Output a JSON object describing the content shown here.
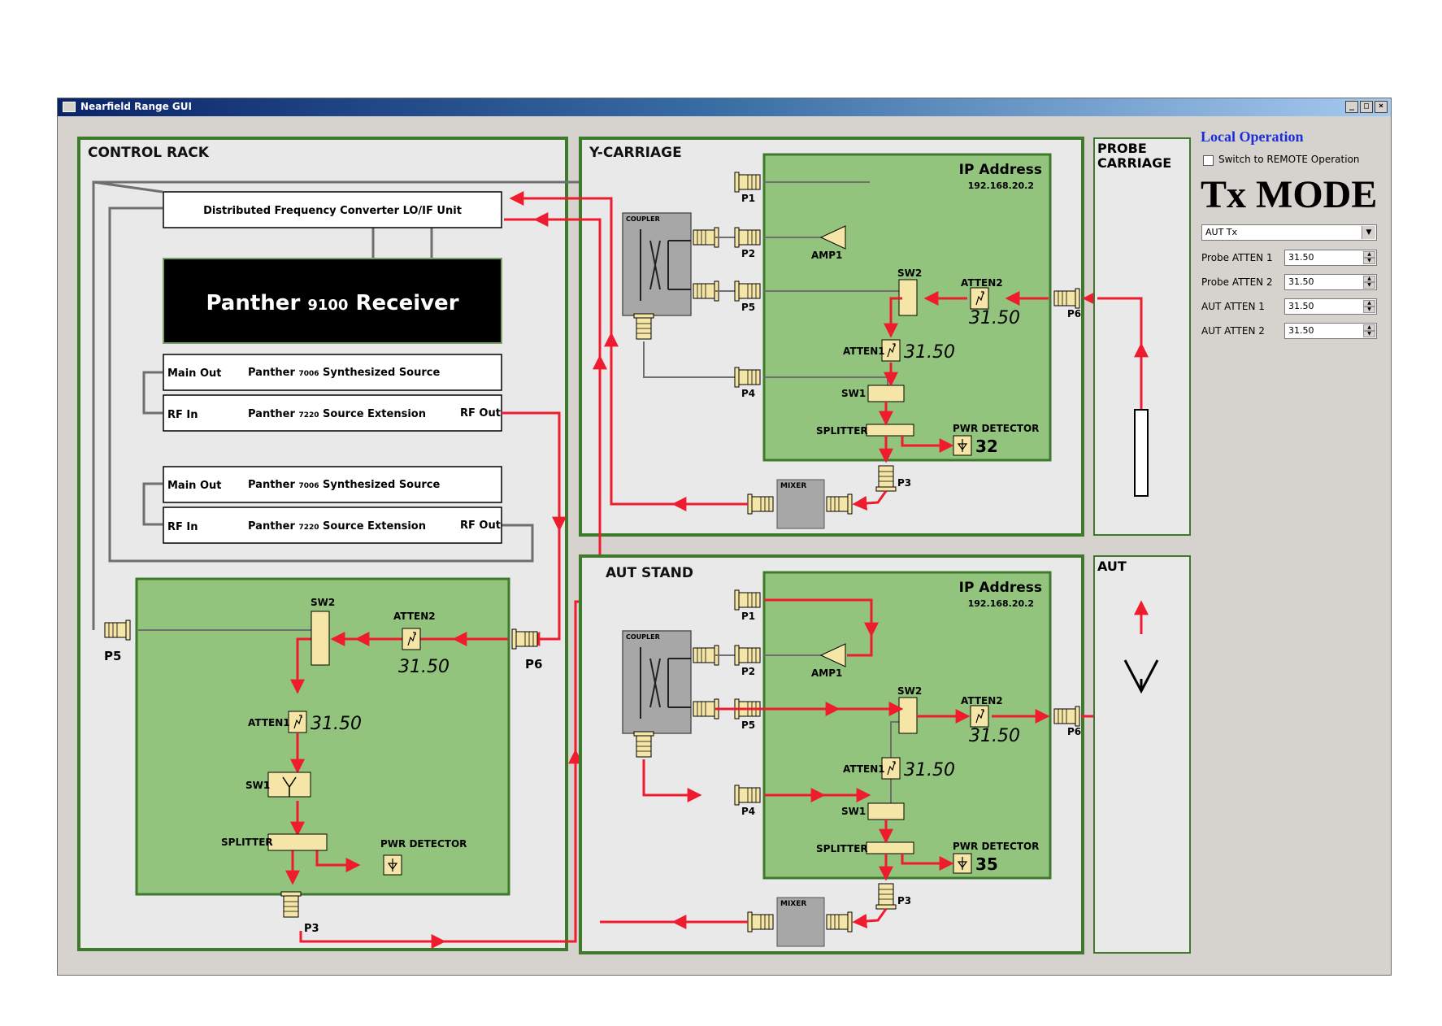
{
  "window": {
    "title": "Nearfield Range GUI"
  },
  "titlebar_buttons": {
    "minimize": "_",
    "maximize": "□",
    "close": "×"
  },
  "sections": {
    "control_rack": "CONTROL RACK",
    "y_carriage": "Y-CARRIAGE",
    "probe_carriage_line1": "PROBE",
    "probe_carriage_line2": "CARRIAGE",
    "aut_stand": "AUT STAND",
    "aut": "AUT"
  },
  "control_rack": {
    "dfc_unit": "Distributed Frequency Converter LO/IF Unit",
    "receiver_prefix": "Panther",
    "receiver_model": "9100",
    "receiver_suffix": "Receiver",
    "source1": {
      "main_out": "Main Out",
      "name_prefix": "Panther",
      "model": "7006",
      "name_suffix": "Synthesized Source"
    },
    "ext1": {
      "rf_in": "RF In",
      "name_prefix": "Panther",
      "model": "7220",
      "name_suffix": "Source Extension",
      "rf_out": "RF Out"
    },
    "source2": {
      "main_out": "Main Out",
      "name_prefix": "Panther",
      "model": "7006",
      "name_suffix": "Synthesized Source"
    },
    "ext2": {
      "rf_in": "RF In",
      "name_prefix": "Panther",
      "model": "7220",
      "name_suffix": "Source Extension",
      "rf_out": "RF Out"
    },
    "module": {
      "p5": "P5",
      "p6": "P6",
      "p3": "P3",
      "sw2": "SW2",
      "sw1": "SW1",
      "atten2": "ATTEN2",
      "atten2_value": "31.50",
      "atten1": "ATTEN1",
      "atten1_value": "31.50",
      "splitter": "SPLITTER",
      "pwr_detector": "PWR DETECTOR"
    }
  },
  "y_carriage": {
    "ip_label": "IP Address",
    "ip_value": "192.168.20.2",
    "coupler": "COUPLER",
    "amp": "AMP1",
    "p1": "P1",
    "p2": "P2",
    "p5": "P5",
    "p4": "P4",
    "p6": "P6",
    "p3": "P3",
    "sw2": "SW2",
    "sw1": "SW1",
    "atten2": "ATTEN2",
    "atten2_value": "31.50",
    "atten1": "ATTEN1",
    "atten1_value": "31.50",
    "splitter": "SPLITTER",
    "pwr_detector": "PWR DETECTOR",
    "pwr_value": "32",
    "mixer": "MIXER"
  },
  "aut_stand": {
    "ip_label": "IP Address",
    "ip_value": "192.168.20.2",
    "coupler": "COUPLER",
    "amp": "AMP1",
    "p1": "P1",
    "p2": "P2",
    "p5": "P5",
    "p4": "P4",
    "p6": "P6",
    "p3": "P3",
    "sw2": "SW2",
    "sw1": "SW1",
    "atten2": "ATTEN2",
    "atten2_value": "31.50",
    "atten1": "ATTEN1",
    "atten1_value": "31.50",
    "splitter": "SPLITTER",
    "pwr_detector": "PWR DETECTOR",
    "pwr_value": "35",
    "mixer": "MIXER"
  },
  "right_panel": {
    "operation_title": "Local Operation",
    "remote_checkbox_label": "Switch to REMOTE Operation",
    "remote_checked": false,
    "mode": "Tx MODE",
    "mode_select_value": "AUT Tx",
    "fields": [
      {
        "label": "Probe ATTEN 1",
        "value": "31.50"
      },
      {
        "label": "Probe ATTEN 2",
        "value": "31.50"
      },
      {
        "label": "AUT ATTEN 1",
        "value": "31.50"
      },
      {
        "label": "AUT ATTEN 2",
        "value": "31.50"
      }
    ]
  },
  "colors": {
    "panel_border": "#3e7a2c",
    "module_fill": "#93c47d",
    "signal": "#ee1c2e",
    "wire": "#6f6f6f",
    "connector": "#f5e6a8"
  },
  "icons": [
    "attenuator-icon",
    "switch-icon",
    "amplifier-icon",
    "detector-icon",
    "antenna-icon",
    "coupler-icon",
    "connector-icon"
  ]
}
